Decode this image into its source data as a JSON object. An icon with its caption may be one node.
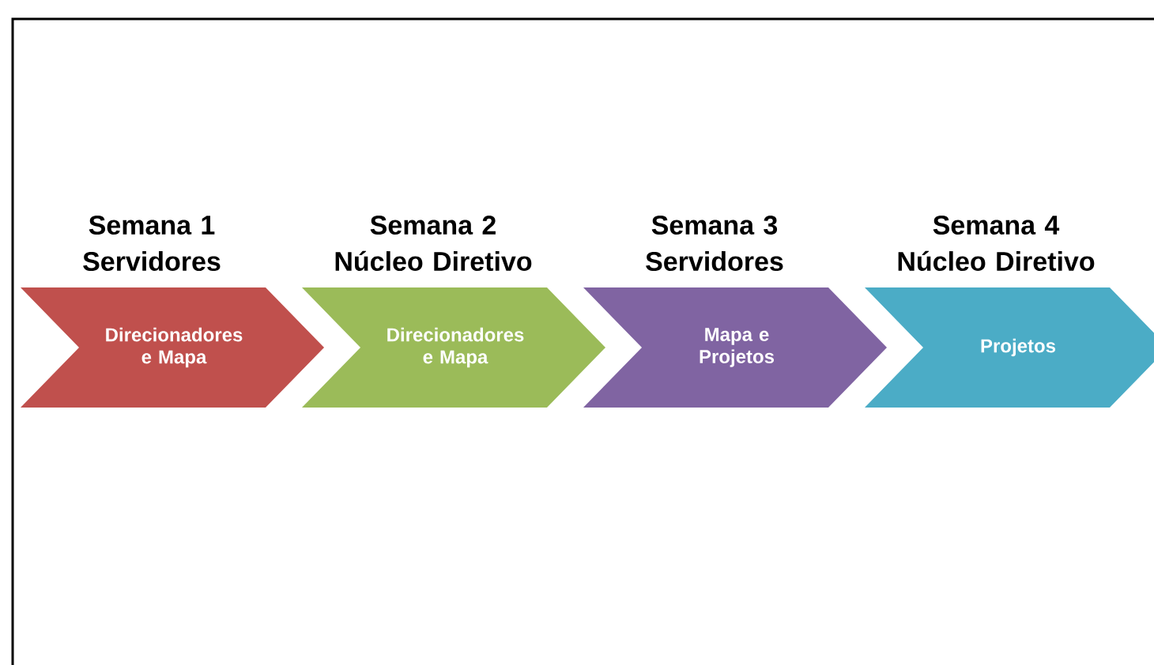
{
  "diagram": {
    "nodes": [
      {
        "text": [
          "Semana 1 Servidores",
          "Direcionadores e Mapa"
        ]
      },
      {
        "text": [
          "Semana 2 Núcleo Diretivo",
          "Direcionadores e Mapa"
        ]
      },
      {
        "text": [
          "Semana 3 Servidores",
          "Mapa e Projetos"
        ]
      },
      {
        "text": [
          "Semana 4 Núcleo Diretivo",
          "Projetos"
        ]
      }
    ]
  }
}
